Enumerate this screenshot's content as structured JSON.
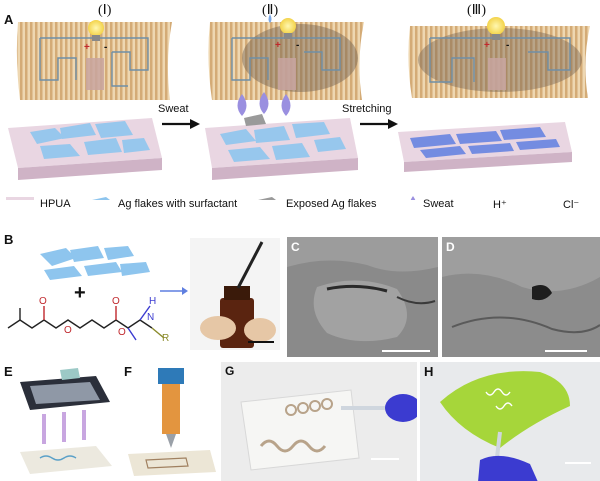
{
  "panels": {
    "A": {
      "label": "A",
      "stages": [
        "(Ⅰ)",
        "(Ⅱ)",
        "(Ⅲ)"
      ],
      "arrow1": "Sweat",
      "arrow2": "Stretching"
    },
    "legend": {
      "hpua": "HPUA",
      "ag_flakes": "Ag flakes with surfactant",
      "exposed": "Exposed Ag flakes",
      "sweat": "Sweat",
      "hplus": "H⁺",
      "clminus": "Cl⁻"
    },
    "B": {
      "label": "B",
      "plus": "+",
      "r_group": "R",
      "h_atom": "H",
      "n_atom": "N",
      "o_atoms": [
        "O",
        "O",
        "O",
        "O"
      ]
    },
    "C": {
      "label": "C"
    },
    "D": {
      "label": "D"
    },
    "E": {
      "label": "E"
    },
    "F": {
      "label": "F"
    },
    "G": {
      "label": "G"
    },
    "H": {
      "label": "H"
    },
    "circuit_marks": {
      "plus": "+",
      "minus": "-"
    }
  },
  "colors": {
    "hplus": "#c0282d",
    "clminus": "#1f6f8b",
    "ag_flake": "#8ec5ee",
    "hpua": "#e9d6e2",
    "fabric": "#d9b27a",
    "green_film": "#a6d63a",
    "glove": "#3b3bd0"
  }
}
